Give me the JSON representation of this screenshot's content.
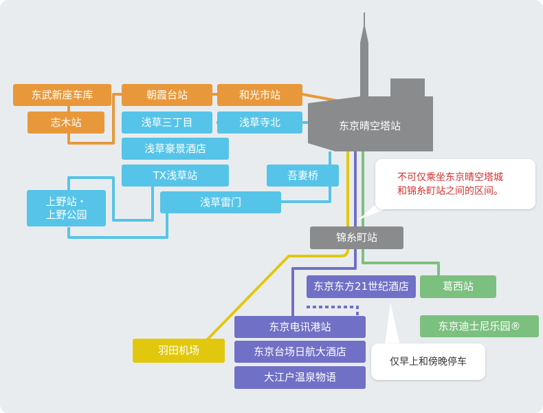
{
  "tower": {
    "label": "东京晴空塔站"
  },
  "stops": {
    "tobu_nishiarai": "东武新座车库",
    "shiki": "志木站",
    "asakadai": "朝霞台站",
    "wakoshi": "和光市站",
    "asakusa_3chome": "浅草三丁目",
    "asakusa_terakita": "浅草寺北",
    "asakusa_hotel": "浅草豪景酒店",
    "tx_asakusa": "TX浅草站",
    "azumabashi": "吾妻桥",
    "ueno_1": "上野站・",
    "ueno_2": "上野公园",
    "asakusa_kaminarimon": "浅草雷门",
    "kinshicho": "锦糸町站",
    "tokyo_east21": "东京东方21世纪酒店",
    "kasai": "葛西站",
    "disney": "东京迪士尼乐园®",
    "haneda": "羽田机场",
    "telecom": "东京电讯港站",
    "daiba_hotel": "东京台场日航大酒店",
    "oedo": "大江户温泉物语"
  },
  "notes": {
    "no_ride_1": "不可仅乘坐东京晴空塔城",
    "no_ride_2": "和锦糸町站之间的区间。",
    "morning_evening": "仅早上和傍晚停车"
  },
  "colors": {
    "orange": "#e8983a",
    "light_blue": "#56c4e8",
    "purple": "#7070c6",
    "green": "#7cc07f",
    "yellow": "#e1c80e",
    "gray": "#8a8b8c",
    "note_red": "#d53030"
  }
}
